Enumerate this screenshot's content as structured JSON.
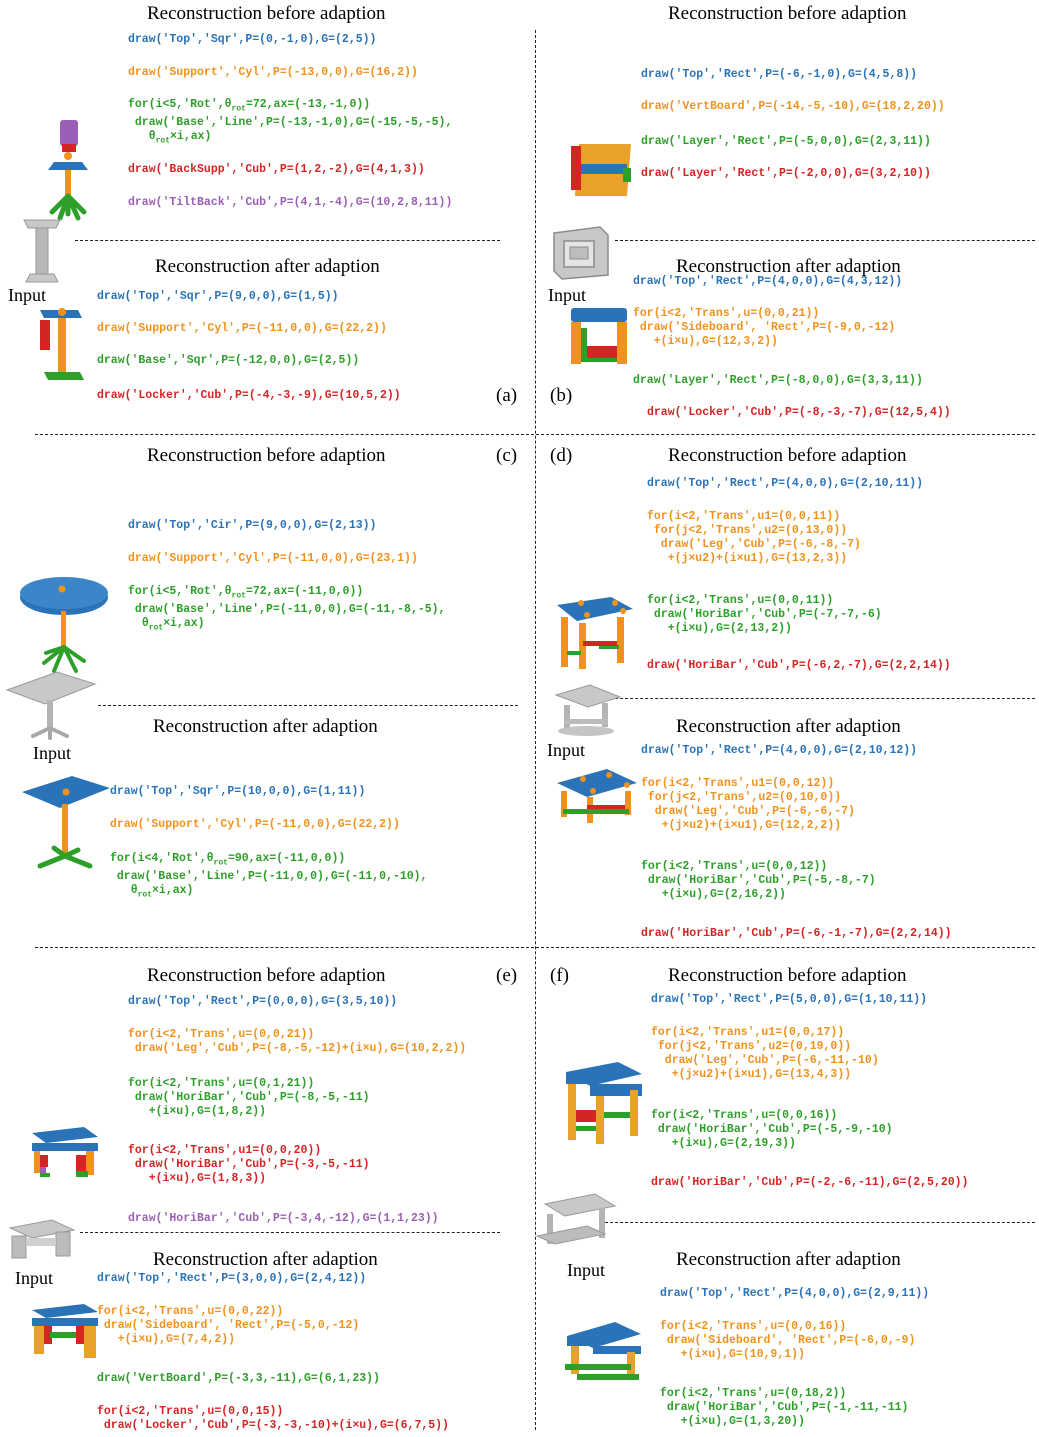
{
  "heading_before": "Reconstruction before adaption",
  "heading_after": "Reconstruction after adaption",
  "input_label": "Input",
  "colors": {
    "blue": "#2a73b8",
    "orange": "#f0921d",
    "green": "#2ea02a",
    "red": "#d42424",
    "purple": "#9b5fb5",
    "gray": "#c8c8c8"
  },
  "panels": {
    "a": {
      "label": "(a)",
      "before": [
        {
          "color": "blue",
          "text": "draw('Top','Sqr',P=(0,-1,0),G=(2,5))"
        },
        {
          "color": "orange",
          "text": "draw('Support','Cyl',P=(-13,0,0),G=(16,2))"
        },
        {
          "color": "green",
          "text": "for(i<5,'Rot',θrot=72,ax=(-13,-1,0))\n draw('Base','Line',P=(-13,-1,0),G=(-15,-5,-5),\n   θrot×i,ax)"
        },
        {
          "color": "red",
          "text": "draw('BackSupp','Cub',P=(1,2,-2),G=(4,1,3))"
        },
        {
          "color": "purple",
          "text": "draw('TiltBack','Cub',P=(4,1,-4),G=(10,2,8,11))"
        }
      ],
      "after": [
        {
          "color": "blue",
          "text": "draw('Top','Sqr',P=(9,0,0),G=(1,5))"
        },
        {
          "color": "orange",
          "text": "draw('Support','Cyl',P=(-11,0,0),G=(22,2))"
        },
        {
          "color": "green",
          "text": "draw('Base','Sqr',P=(-12,0,0),G=(2,5))"
        },
        {
          "color": "red",
          "text": "draw('Locker','Cub',P=(-4,-3,-9),G=(10,5,2))"
        }
      ]
    },
    "b": {
      "label": "(b)",
      "before": [
        {
          "color": "blue",
          "text": "draw('Top','Rect',P=(-6,-1,0),G=(4,5,8))"
        },
        {
          "color": "orange",
          "text": "draw('VertBoard',P=(-14,-5,-10),G=(18,2,20))"
        },
        {
          "color": "green",
          "text": "draw('Layer','Rect',P=(-5,0,0),G=(2,3,11))"
        },
        {
          "color": "red",
          "text": "draw('Layer','Rect',P=(-2,0,0),G=(3,2,10))"
        }
      ],
      "after": [
        {
          "color": "blue",
          "text": "draw('Top','Rect',P=(4,0,0),G=(4,3,12))"
        },
        {
          "color": "orange",
          "text": "for(i<2,'Trans',u=(0,0,21))\n draw('Sideboard', 'Rect',P=(-9,0,-12)\n   +(i×u),G=(12,3,2))"
        },
        {
          "color": "green",
          "text": "draw('Layer','Rect',P=(-8,0,0),G=(3,3,11))"
        },
        {
          "color": "red",
          "text": "draw('Locker','Cub',P=(-8,-3,-7),G=(12,5,4))"
        }
      ]
    },
    "c": {
      "label": "(c)",
      "before": [
        {
          "color": "blue",
          "text": "draw('Top','Cir',P=(9,0,0),G=(2,13))"
        },
        {
          "color": "orange",
          "text": "draw('Support','Cyl',P=(-11,0,0),G=(23,1))"
        },
        {
          "color": "green",
          "text": "for(i<5,'Rot',θrot=72,ax=(-11,0,0))\n draw('Base','Line',P=(-11,0,0),G=(-11,-8,-5),\n  θrot×i,ax)"
        }
      ],
      "after": [
        {
          "color": "blue",
          "text": "draw('Top','Sqr',P=(10,0,0),G=(1,11))"
        },
        {
          "color": "orange",
          "text": "draw('Support','Cyl',P=(-11,0,0),G=(22,2))"
        },
        {
          "color": "green",
          "text": "for(i<4,'Rot',θrot=90,ax=(-11,0,0))\n draw('Base','Line',P=(-11,0,0),G=(-11,0,-10),\n   θrot×i,ax)"
        }
      ]
    },
    "d": {
      "label": "(d)",
      "before": [
        {
          "color": "blue",
          "text": "draw('Top','Rect',P=(4,0,0),G=(2,10,11))"
        },
        {
          "color": "orange",
          "text": "for(i<2,'Trans',u1=(0,0,11))\n for(j<2,'Trans',u2=(0,13,0))\n  draw('Leg','Cub',P=(-6,-8,-7)\n   +(j×u2)+(i×u1),G=(13,2,3))"
        },
        {
          "color": "green",
          "text": "for(i<2,'Trans',u=(0,0,11))\n draw('HoriBar','Cub',P=(-7,-7,-6)\n   +(i×u),G=(2,13,2))"
        },
        {
          "color": "red",
          "text": "draw('HoriBar','Cub',P=(-6,2,-7),G=(2,2,14))"
        }
      ],
      "after": [
        {
          "color": "blue",
          "text": "draw('Top','Rect',P=(4,0,0),G=(2,10,12))"
        },
        {
          "color": "orange",
          "text": "for(i<2,'Trans',u1=(0,0,12))\n for(j<2,'Trans',u2=(0,10,0))\n  draw('Leg','Cub',P=(-6,-6,-7)\n   +(j×u2)+(i×u1),G=(12,2,2))"
        },
        {
          "color": "green",
          "text": "for(i<2,'Trans',u=(0,0,12))\n draw('HoriBar','Cub',P=(-5,-8,-7)\n   +(i×u),G=(2,16,2))"
        },
        {
          "color": "red",
          "text": "draw('HoriBar','Cub',P=(-6,-1,-7),G=(2,2,14))"
        }
      ]
    },
    "e": {
      "label": "(e)",
      "before": [
        {
          "color": "blue",
          "text": "draw('Top','Rect',P=(0,0,0),G=(3,5,10))"
        },
        {
          "color": "orange",
          "text": "for(i<2,'Trans',u=(0,0,21))\n draw('Leg','Cub',P=(-8,-5,-12)+(i×u),G=(10,2,2))"
        },
        {
          "color": "green",
          "text": "for(i<2,'Trans',u=(0,1,21))\n draw('HoriBar','Cub',P=(-8,-5,-11)\n   +(i×u),G=(1,8,2))"
        },
        {
          "color": "red",
          "text": "for(i<2,'Trans',u1=(0,0,20))\n draw('HoriBar','Cub',P=(-3,-5,-11)\n   +(i×u),G=(1,8,3))"
        },
        {
          "color": "purple",
          "text": "draw('HoriBar','Cub',P=(-3,4,-12),G=(1,1,23))"
        }
      ],
      "after": [
        {
          "color": "blue",
          "text": "draw('Top','Rect',P=(3,0,0),G=(2,4,12))"
        },
        {
          "color": "orange",
          "text": "for(i<2,'Trans',u=(0,0,22))\n draw('Sideboard', 'Rect',P=(-5,0,-12)\n   +(i×u),G=(7,4,2))"
        },
        {
          "color": "green",
          "text": "draw('VertBoard',P=(-3,3,-11),G=(6,1,23))"
        },
        {
          "color": "red",
          "text": "for(i<2,'Trans',u=(0,0,15))\n draw('Locker','Cub',P=(-3,-3,-10)+(i×u),G=(6,7,5))"
        }
      ]
    },
    "f": {
      "label": "(f)",
      "before": [
        {
          "color": "blue",
          "text": "draw('Top','Rect',P=(5,0,0),G=(1,10,11))"
        },
        {
          "color": "orange",
          "text": "for(i<2,'Trans',u1=(0,0,17))\n for(j<2,'Trans',u2=(0,19,0))\n  draw('Leg','Cub',P=(-6,-11,-10)\n   +(j×u2)+(i×u1),G=(13,4,3))"
        },
        {
          "color": "green",
          "text": "for(i<2,'Trans',u=(0,0,16))\n draw('HoriBar','Cub',P=(-5,-9,-10)\n   +(i×u),G=(2,19,3))"
        },
        {
          "color": "red",
          "text": "draw('HoriBar','Cub',P=(-2,-6,-11),G=(2,5,20))"
        }
      ],
      "after": [
        {
          "color": "blue",
          "text": "draw('Top','Rect',P=(4,0,0),G=(2,9,11))"
        },
        {
          "color": "orange",
          "text": "for(i<2,'Trans',u=(0,0,16))\n draw('Sideboard', 'Rect',P=(-6,0,-9)\n   +(i×u),G=(10,9,1))"
        },
        {
          "color": "green",
          "text": "for(i<2,'Trans',u=(0,18,2))\n draw('HoriBar','Cub',P=(-1,-11,-11)\n   +(i×u),G=(1,3,20))"
        }
      ]
    }
  }
}
